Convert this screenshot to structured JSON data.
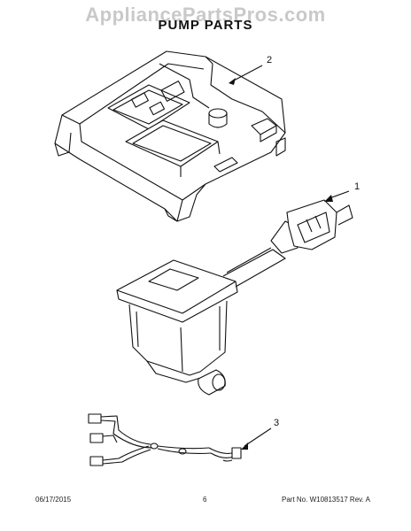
{
  "watermark": "AppliancePartsPros.com",
  "title": "PUMP PARTS",
  "callouts": [
    "1",
    "2",
    "3"
  ],
  "footer": {
    "date": "06/17/2015",
    "page": "6",
    "part_number": "Part No. W10813517  Rev. A"
  }
}
